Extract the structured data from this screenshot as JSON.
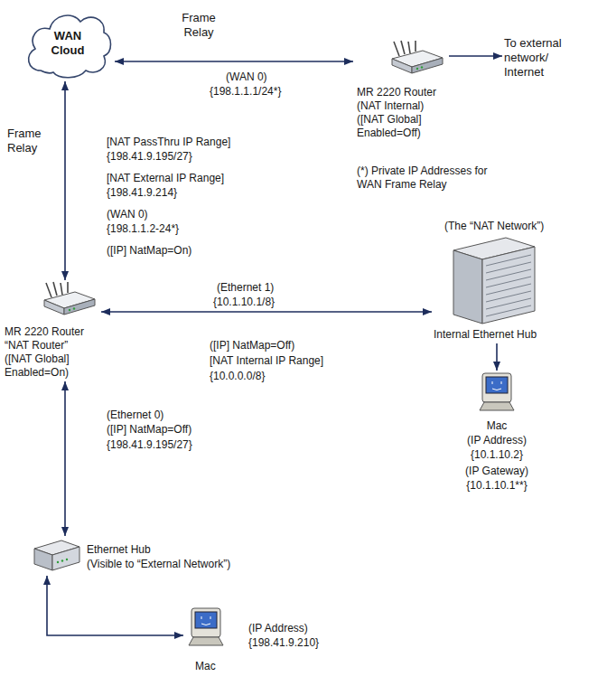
{
  "diagram": {
    "nodes": [
      {
        "text": [
          "WAN Cloud"
        ]
      },
      {
        "text": [
          "MR 2220 Router",
          "(NAT Internal)",
          "([NAT Global] Enabled=Off)"
        ]
      },
      {
        "text": [
          "To external network/ Internet"
        ]
      },
      {
        "text": [
          "MR 2220 Router",
          "“NAT Router”",
          "([NAT Global] Enabled=On)"
        ]
      },
      {
        "text": [
          "(The “NAT Network”)",
          "Internal Ethernet Hub"
        ]
      },
      {
        "text": [
          "Mac",
          "(IP Address)",
          "{10.1.10.2}",
          "(IP Gateway)",
          "{10.1.10.1**}"
        ]
      },
      {
        "text": [
          "Ethernet Hub",
          "(Visible to “External Network”)"
        ]
      },
      {
        "text": [
          "(IP Address)",
          "{198.41.9.210}",
          "Mac"
        ]
      }
    ],
    "edges": [
      {
        "from": 0,
        "to": 1,
        "arrow": "both",
        "label": "Frame Relay"
      },
      {
        "from": 1,
        "to": 2,
        "arrow": "to"
      },
      {
        "from": 0,
        "to": 3,
        "arrow": "both",
        "label": "Frame Relay"
      },
      {
        "from": 3,
        "to": 4,
        "arrow": "both"
      },
      {
        "from": 4,
        "to": 5,
        "arrow": "to"
      },
      {
        "from": 3,
        "to": 6,
        "arrow": "both"
      },
      {
        "from": 6,
        "to": 7,
        "arrow": "both"
      }
    ],
    "labels": [
      "(WAN 0)",
      "{198.1.1.1/24*}",
      "(*) Private IP Addresses for WAN Frame Relay",
      "[NAT PassThru IP Range]",
      "{198.41.9.195/27}",
      "[NAT External IP Range]",
      "{198.41.9.214}",
      "(WAN 0)",
      "{198.1.1.2-24*}",
      "([IP] NatMap=On)",
      "(Ethernet 1)",
      "{10.1.10.1/8}",
      "([IP] NatMap=Off)",
      "[NAT Internal IP Range]",
      "{10.0.0.0/8}",
      "(Ethernet 0)",
      "([IP] NatMap=Off)",
      "{198.41.9.195/27}"
    ]
  }
}
